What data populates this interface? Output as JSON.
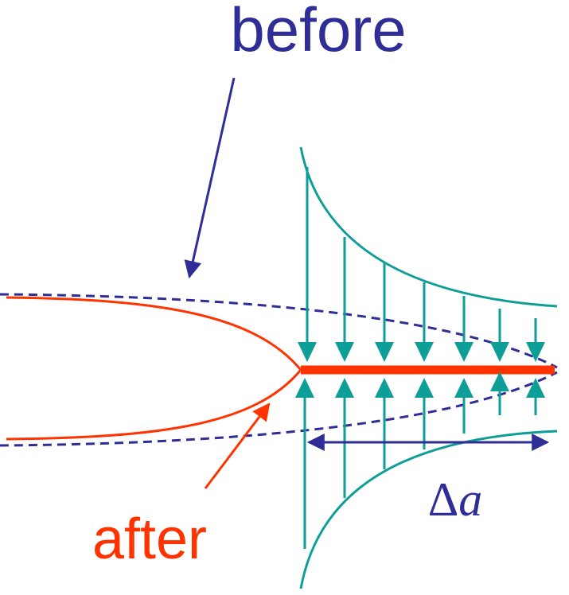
{
  "labels": {
    "before": "before",
    "after": "after",
    "delta_symbol": "Δ",
    "delta_var": "a"
  },
  "colors": {
    "before": "#2e2e96",
    "after": "#ff3300",
    "stress": "#0e9e98",
    "background": "#ffffff"
  }
}
